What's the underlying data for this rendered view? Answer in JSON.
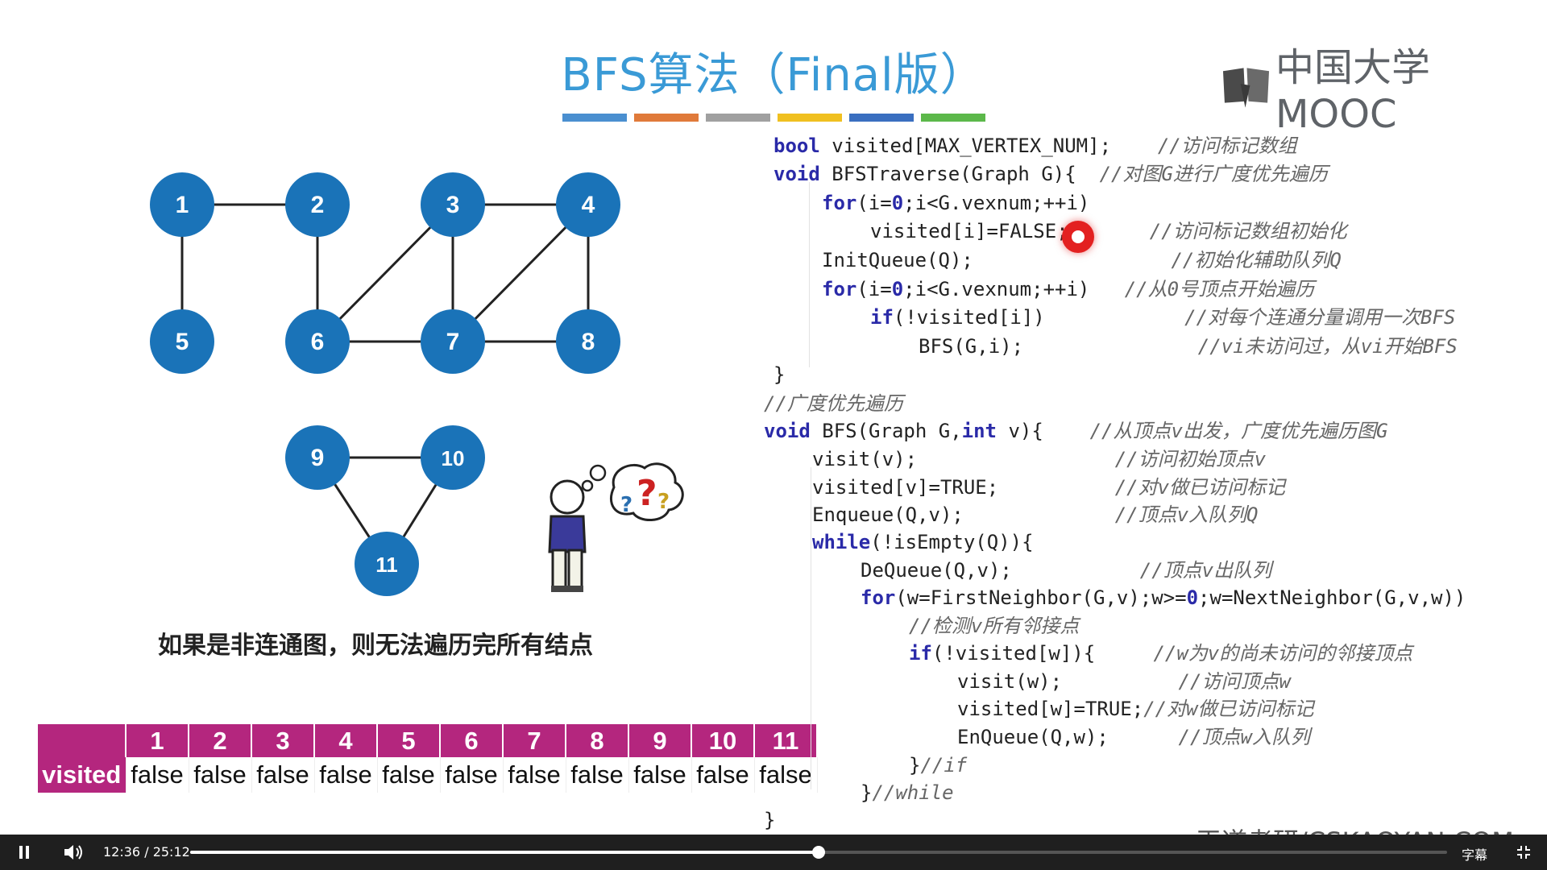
{
  "slide": {
    "title": "BFS算法（Final版）",
    "logo_text": "中国大学MOOC",
    "accent_bars": [
      "#4a8fd0",
      "#e07a3a",
      "#a0a0a0",
      "#f0c020",
      "#3a6fc0",
      "#5cb84a"
    ],
    "caption": "如果是非连通图，则无法遍历完所有结点",
    "watermark": "王道考研/CSKAOYAN.COM",
    "node_color": "#1a73b8"
  },
  "graph": {
    "nodes": [
      {
        "id": "1"
      },
      {
        "id": "2"
      },
      {
        "id": "3"
      },
      {
        "id": "4"
      },
      {
        "id": "5"
      },
      {
        "id": "6"
      },
      {
        "id": "7"
      },
      {
        "id": "8"
      },
      {
        "id": "9"
      },
      {
        "id": "10"
      },
      {
        "id": "11"
      }
    ],
    "edges": [
      [
        "1",
        "2"
      ],
      [
        "1",
        "5"
      ],
      [
        "2",
        "6"
      ],
      [
        "3",
        "4"
      ],
      [
        "3",
        "6"
      ],
      [
        "3",
        "7"
      ],
      [
        "4",
        "7"
      ],
      [
        "4",
        "8"
      ],
      [
        "6",
        "7"
      ],
      [
        "7",
        "8"
      ],
      [
        "9",
        "10"
      ],
      [
        "9",
        "11"
      ],
      [
        "10",
        "11"
      ]
    ]
  },
  "visited_table": {
    "row_label": "visited",
    "headers": [
      "1",
      "2",
      "3",
      "4",
      "5",
      "6",
      "7",
      "8",
      "9",
      "10",
      "11"
    ],
    "values": [
      "false",
      "false",
      "false",
      "false",
      "false",
      "false",
      "false",
      "false",
      "false",
      "false",
      "false"
    ]
  },
  "code_lines": [
    {
      "indent": 0,
      "parts": [
        {
          "t": "bool",
          "c": "kw"
        },
        {
          "t": " visited[MAX_VERTEX_NUM];    "
        },
        {
          "t": "//访问标记数组",
          "c": "cm"
        }
      ]
    },
    {
      "indent": 0,
      "parts": [
        {
          "t": "void",
          "c": "kw"
        },
        {
          "t": " BFSTraverse(Graph G){  "
        },
        {
          "t": "//对图G进行广度优先遍历",
          "c": "cm"
        }
      ]
    },
    {
      "indent": 2,
      "parts": [
        {
          "t": "for",
          "c": "kw"
        },
        {
          "t": "(i="
        },
        {
          "t": "0",
          "c": "num"
        },
        {
          "t": ";i<G.vexnum;++i)"
        }
      ]
    },
    {
      "indent": 4,
      "parts": [
        {
          "t": "visited[i]=FALSE;       "
        },
        {
          "t": "//访问标记数组初始化",
          "c": "cm"
        }
      ]
    },
    {
      "indent": 2,
      "parts": [
        {
          "t": "InitQueue(Q);                 "
        },
        {
          "t": "//初始化辅助队列Q",
          "c": "cm"
        }
      ]
    },
    {
      "indent": 2,
      "parts": [
        {
          "t": "for",
          "c": "kw"
        },
        {
          "t": "(i="
        },
        {
          "t": "0",
          "c": "num"
        },
        {
          "t": ";i<G.vexnum;++i)   "
        },
        {
          "t": "//从0号顶点开始遍历",
          "c": "cm"
        }
      ]
    },
    {
      "indent": 4,
      "parts": [
        {
          "t": "if",
          "c": "kw"
        },
        {
          "t": "(!visited[i])            "
        },
        {
          "t": "//对每个连通分量调用一次BFS",
          "c": "cm"
        }
      ]
    },
    {
      "indent": 6,
      "parts": [
        {
          "t": "BFS(G,i);               "
        },
        {
          "t": "//vi未访问过，从vi开始BFS",
          "c": "cm"
        }
      ]
    },
    {
      "indent": 0,
      "parts": [
        {
          "t": "}"
        }
      ]
    },
    {
      "indent": -0.4,
      "parts": [
        {
          "t": "//广度优先遍历",
          "c": "cm"
        }
      ]
    },
    {
      "indent": -0.4,
      "parts": [
        {
          "t": "void",
          "c": "kw"
        },
        {
          "t": " BFS(Graph G,"
        },
        {
          "t": "int",
          "c": "kw"
        },
        {
          "t": " v){    "
        },
        {
          "t": "//从顶点v出发，广度优先遍历图G",
          "c": "cm"
        }
      ]
    },
    {
      "indent": 1.6,
      "parts": [
        {
          "t": "visit(v);                 "
        },
        {
          "t": "//访问初始顶点v",
          "c": "cm"
        }
      ]
    },
    {
      "indent": 1.6,
      "parts": [
        {
          "t": "visited[v]=TRUE;          "
        },
        {
          "t": "//对v做已访问标记",
          "c": "cm"
        }
      ]
    },
    {
      "indent": 1.6,
      "parts": [
        {
          "t": "Enqueue(Q,v);             "
        },
        {
          "t": "//顶点v入队列Q",
          "c": "cm"
        }
      ]
    },
    {
      "indent": 1.6,
      "parts": [
        {
          "t": "while",
          "c": "kw"
        },
        {
          "t": "(!isEmpty(Q)){"
        }
      ]
    },
    {
      "indent": 3.6,
      "parts": [
        {
          "t": "DeQueue(Q,v);           "
        },
        {
          "t": "//顶点v出队列",
          "c": "cm"
        }
      ]
    },
    {
      "indent": 3.6,
      "parts": [
        {
          "t": "for",
          "c": "kw"
        },
        {
          "t": "(w=FirstNeighbor(G,v);w>="
        },
        {
          "t": "0",
          "c": "num"
        },
        {
          "t": ";w=NextNeighbor(G,v,w))"
        }
      ]
    },
    {
      "indent": 5.6,
      "parts": [
        {
          "t": "//检测v所有邻接点",
          "c": "cm"
        }
      ]
    },
    {
      "indent": 5.6,
      "parts": [
        {
          "t": "if",
          "c": "kw"
        },
        {
          "t": "(!visited[w]){     "
        },
        {
          "t": "//w为v的尚未访问的邻接顶点",
          "c": "cm"
        }
      ]
    },
    {
      "indent": 7.6,
      "parts": [
        {
          "t": "visit(w);          "
        },
        {
          "t": "//访问顶点w",
          "c": "cm"
        }
      ]
    },
    {
      "indent": 7.6,
      "parts": [
        {
          "t": "visited[w]=TRUE;"
        },
        {
          "t": "//对w做已访问标记",
          "c": "cm"
        }
      ]
    },
    {
      "indent": 7.6,
      "parts": [
        {
          "t": "EnQueue(Q,w);      "
        },
        {
          "t": "//顶点w入队列",
          "c": "cm"
        }
      ]
    },
    {
      "indent": 5.6,
      "parts": [
        {
          "t": "}"
        },
        {
          "t": "//if",
          "c": "cm"
        }
      ]
    },
    {
      "indent": 3.6,
      "parts": [
        {
          "t": "}"
        },
        {
          "t": "//while",
          "c": "cm"
        }
      ]
    },
    {
      "indent": -0.4,
      "parts": [
        {
          "t": "}"
        }
      ]
    }
  ],
  "player": {
    "current_time": "12:36",
    "separator": "/",
    "total_time": "25:12",
    "progress": 0.5,
    "subtitles_label": "字幕",
    "play_state": "pause-icon",
    "volume_icon": "volume-icon",
    "fullscreen_icon": "exit-fullscreen-icon"
  }
}
